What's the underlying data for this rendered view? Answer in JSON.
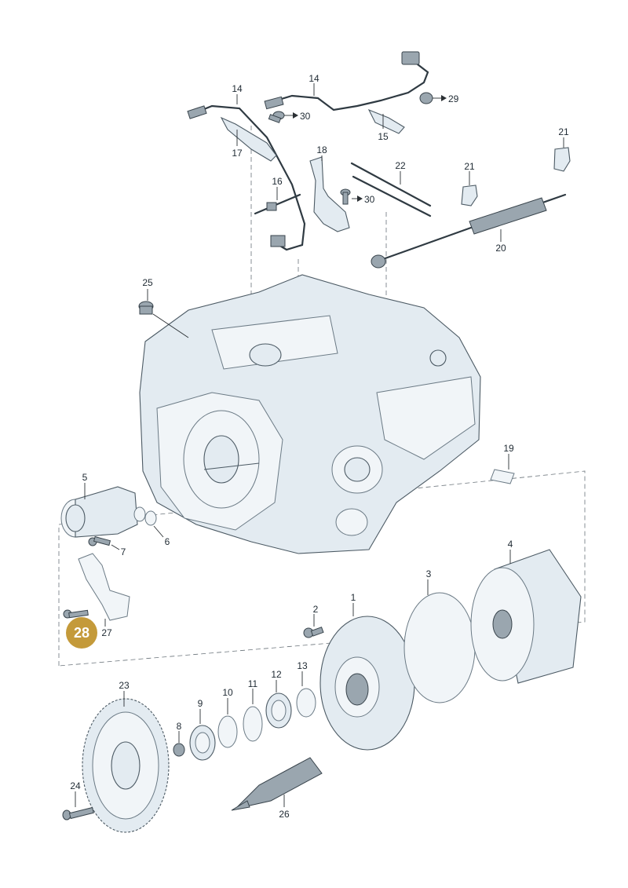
{
  "labels": {
    "p1": "1",
    "p2": "2",
    "p3": "3",
    "p4": "4",
    "p5": "5",
    "p6": "6",
    "p7": "7",
    "p8": "8",
    "p9": "9",
    "p10": "10",
    "p11": "11",
    "p12": "12",
    "p13": "13",
    "p14a": "14",
    "p14b": "14",
    "p15": "15",
    "p16": "16",
    "p17": "17",
    "p18": "18",
    "p19": "19",
    "p20": "20",
    "p21a": "21",
    "p21b": "21",
    "p22": "22",
    "p23": "23",
    "p24": "24",
    "p25": "25",
    "p26": "26",
    "p27": "27",
    "p28": "28",
    "p29": "29",
    "p30a": "30",
    "p30b": "30"
  },
  "highlight": {
    "badge_color": "#c49a3a"
  },
  "colors": {
    "line": "#2a2f33",
    "part_fill": "#e3ebf1",
    "part_stroke": "#4c5a64"
  }
}
